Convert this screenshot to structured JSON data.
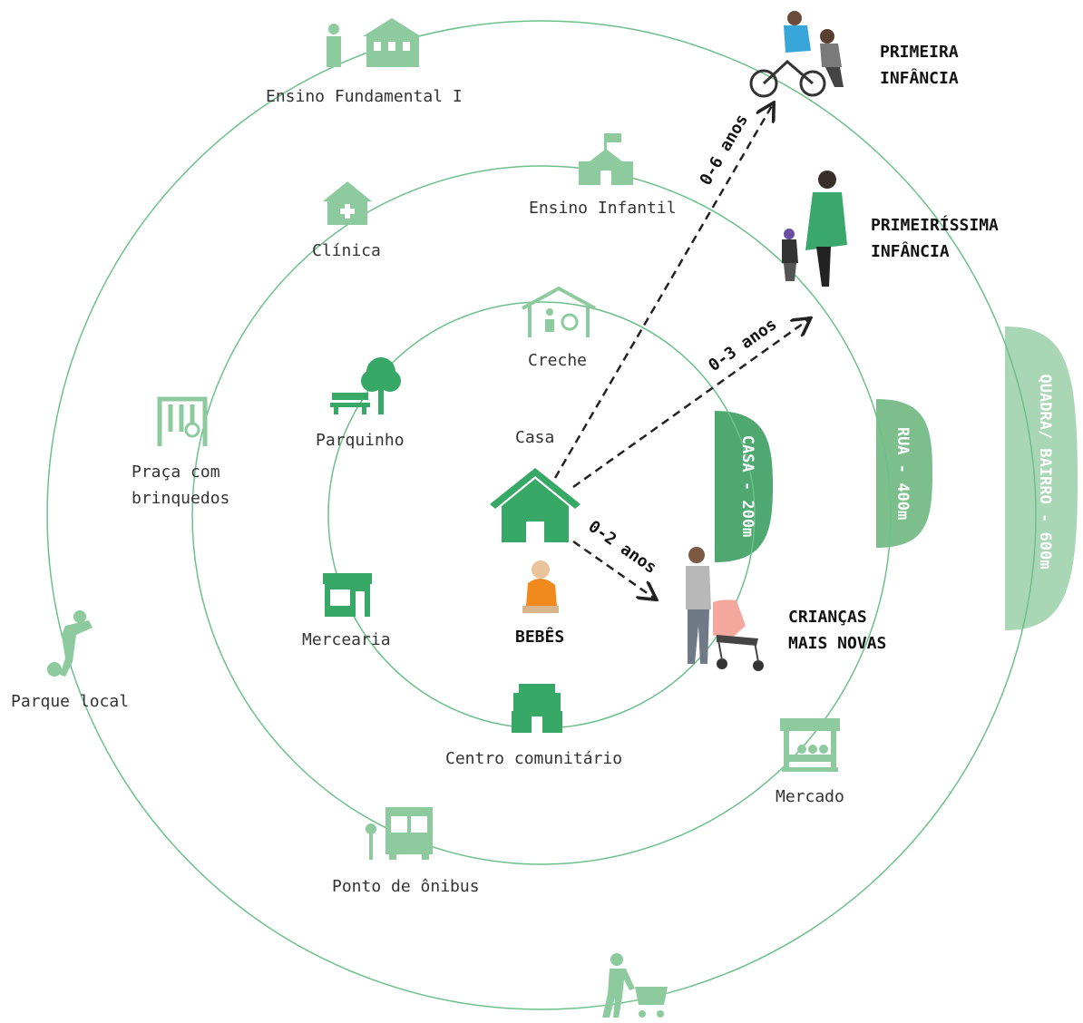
{
  "places": {
    "casa": "Casa",
    "creche": "Creche",
    "parquinho": "Parquinho",
    "ensino_infantil": "Ensino Infantil",
    "clinica": "Clínica",
    "ensino_fundamental": "Ensino Fundamental I",
    "praca": "Praça com\nbrinquedos",
    "mercearia": "Mercearia",
    "centro": "Centro comunitário",
    "mercado": "Mercado",
    "ponto": "Ponto de ônibus",
    "parque": "Parque local"
  },
  "groups": {
    "bebes": "BEBÊS",
    "criancas": "CRIANÇAS\nMAIS NOVAS",
    "primeirissima": "PRIMEIRÍSSIMA\nINFÂNCIA",
    "primeira": "PRIMEIRA\nINFÂNCIA"
  },
  "ranges": {
    "r1": "0-2 anos",
    "r2": "0-3 anos",
    "r3": "0-6 anos"
  },
  "rings": {
    "casa": "CASA - 200m",
    "rua": "RUA - 400m",
    "bairro": "QUADRA/ BAIRRO - 600m"
  },
  "colors": {
    "ring": "#6cc08a",
    "icon": "#8dcb9f",
    "house": "#37a866",
    "tab1": "#4ea870",
    "tab2": "#7cbf8d",
    "tab3": "#a9d6b4"
  }
}
